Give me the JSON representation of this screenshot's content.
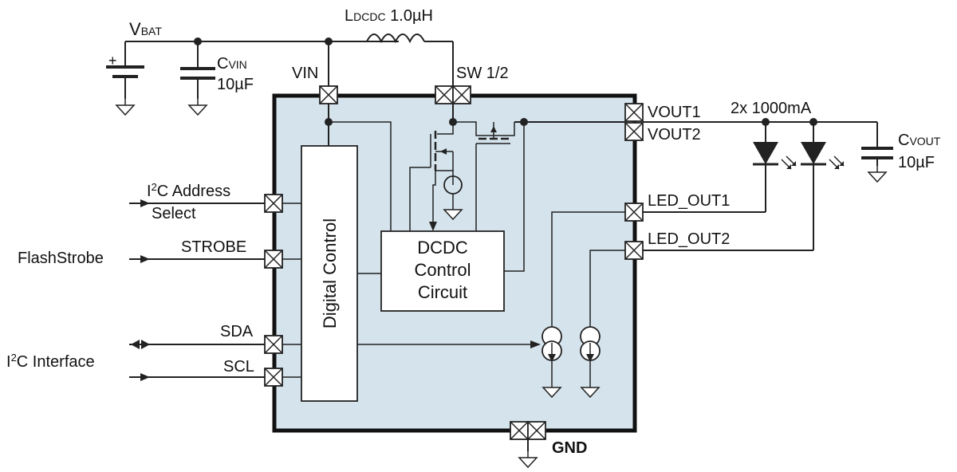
{
  "colors": {
    "chip_fill": "#d5e3ec",
    "wire": "#222222",
    "chip_border": "#111111"
  },
  "labels": {
    "vbat_main": "V",
    "vbat_sub": "BAT",
    "battery_plus": "+",
    "ldcdc_main": "L",
    "ldcdc_sub": "DCDC",
    "ldcdc_value": " 1.0µH",
    "cvin_main": "C",
    "cvin_sub": "VIN",
    "cvin_value": "10µF",
    "vin_pin": "VIN",
    "sw_pin": "SW 1/2",
    "vout1_pin": "VOUT1",
    "vout2_pin": "VOUT2",
    "led_rating": "2x 1000mA",
    "cvout_main": "C",
    "cvout_sub": "VOUT",
    "cvout_value": "10µF",
    "i2c_addr_line1_pre": "I",
    "i2c_addr_line1_sup": "2",
    "i2c_addr_line1_post": "C Address",
    "i2c_addr_line2": "Select",
    "flash_strobe": "FlashStrobe",
    "strobe_pin": "STROBE",
    "sda_pin": "SDA",
    "scl_pin": "SCL",
    "i2c_iface_pre": "I",
    "i2c_iface_sup": "2",
    "i2c_iface_post": "C Interface",
    "digital_control": "Digital Control",
    "dcdc_line1": "DCDC",
    "dcdc_line2": "Control",
    "dcdc_line3": "Circuit",
    "led_out1_pin": "LED_OUT1",
    "led_out2_pin": "LED_OUT2",
    "gnd_pin": "GND"
  }
}
